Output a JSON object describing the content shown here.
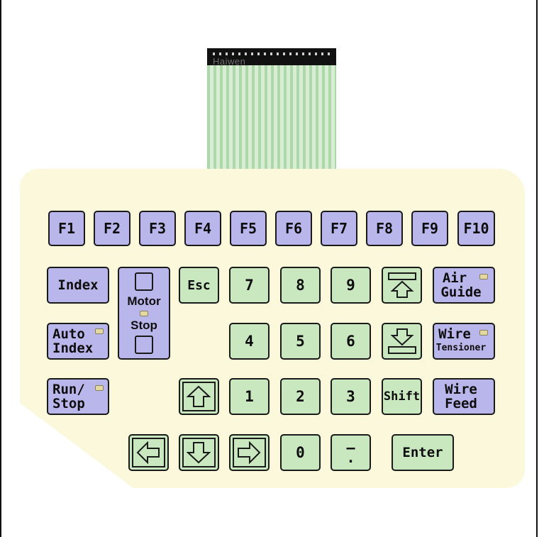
{
  "connector": {
    "brand": "Haiwen"
  },
  "keys": {
    "f1": "F1",
    "f2": "F2",
    "f3": "F3",
    "f4": "F4",
    "f5": "F5",
    "f6": "F6",
    "f7": "F7",
    "f8": "F8",
    "f9": "F9",
    "f10": "F10",
    "index": "Index",
    "motor": "Motor",
    "stop": "Stop",
    "esc": "Esc",
    "k7": "7",
    "k8": "8",
    "k9": "9",
    "k4": "4",
    "k5": "5",
    "k6": "6",
    "k1": "1",
    "k2": "2",
    "k3": "3",
    "k0": "0",
    "shift": "Shift",
    "enter": "Enter",
    "air_1": "Air",
    "air_2": "Guide",
    "auto_1": "Auto",
    "auto_2": "Index",
    "wire_t_1": "Wire",
    "wire_t_2": "Tensioner",
    "run_1": "Run/",
    "run_2": "Stop",
    "wire_f_1": "Wire",
    "wire_f_2": "Feed",
    "minus": "–",
    "dot": "."
  },
  "colors": {
    "fkey": "#b9b6ec",
    "numkey": "#c9e8bf",
    "panel": "#fbf8dc"
  }
}
